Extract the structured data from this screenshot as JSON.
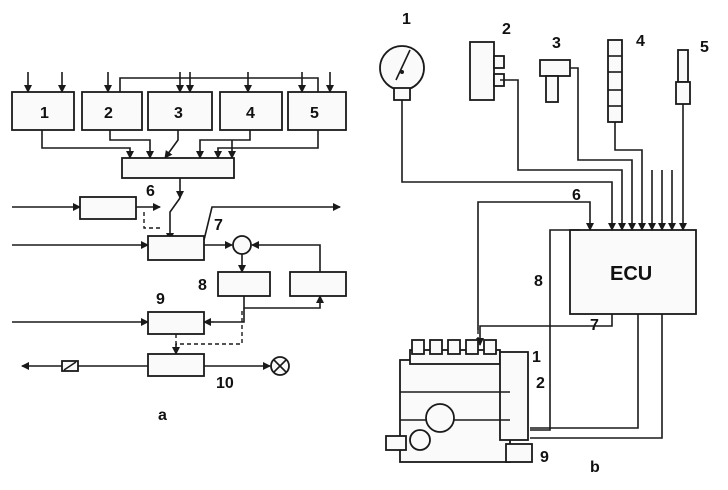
{
  "diagram_a": {
    "sensors": [
      "1",
      "2",
      "3",
      "4",
      "5"
    ],
    "labels": {
      "n6": "6",
      "n7": "7",
      "n8": "8",
      "n9": "9",
      "n10": "10"
    },
    "caption": "a"
  },
  "diagram_b": {
    "top_components": [
      "1",
      "2",
      "3",
      "4",
      "5"
    ],
    "ecu_label": "ECU",
    "labels": {
      "n6": "6",
      "n7": "7",
      "n8": "8"
    },
    "pump_labels": {
      "p1": "1",
      "p2": "2",
      "p9": "9"
    },
    "caption": "b"
  }
}
